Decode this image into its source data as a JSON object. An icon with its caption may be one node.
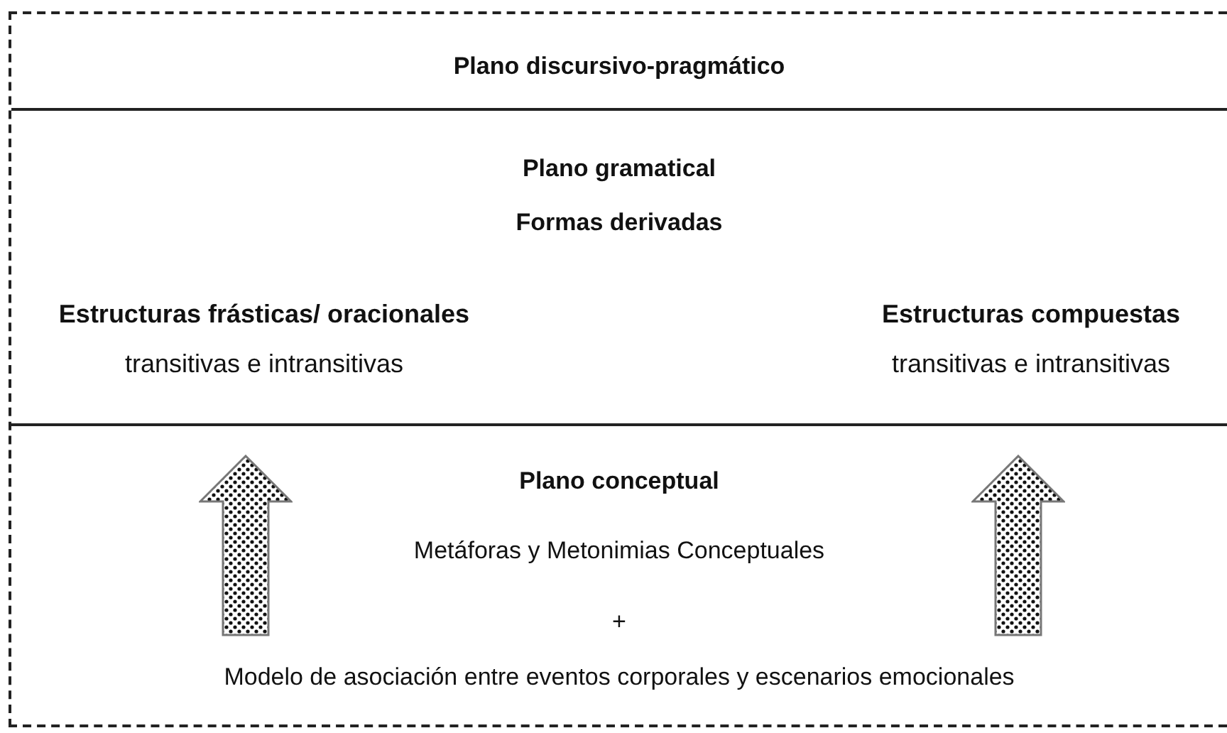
{
  "diagram": {
    "nodes": [
      {
        "text": [],
        "shape": "box"
      },
      {
        "text": [
          "Plano discursivo-pragmático"
        ],
        "in": 0
      },
      {
        "text": [
          "Plano gramatical",
          "Formas derivadas",
          "Estructuras frásticas/ oracionales",
          "transitivas e intransitivas",
          "Estructuras compuestas",
          "transitivas e intransitivas"
        ],
        "in": 0
      },
      {
        "text": [
          "Plano conceptual",
          "Metáforas y Metonimias Conceptuales",
          "+",
          "Modelo de asociación entre eventos corporales y escenarios emocionales"
        ],
        "in": 0
      }
    ],
    "edges": []
  }
}
